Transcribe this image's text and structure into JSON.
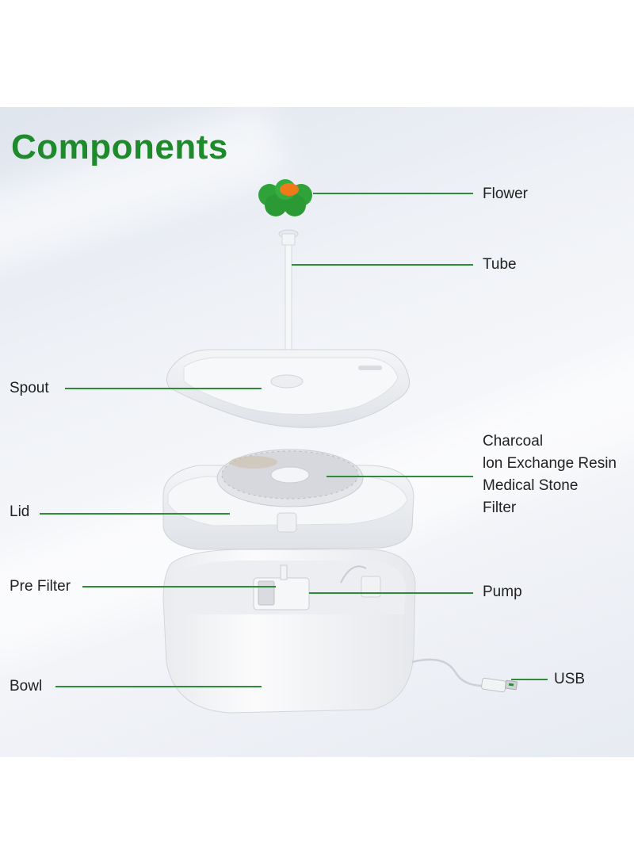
{
  "title": "Components",
  "labels": {
    "flower": "Flower",
    "tube": "Tube",
    "spout": "Spout",
    "filter": [
      "Charcoal",
      "lon Exchange Resin",
      "Medical Stone",
      "Filter"
    ],
    "lid": "Lid",
    "pre_filter": "Pre Filter",
    "pump": "Pump",
    "bowl": "Bowl",
    "usb": "USB"
  },
  "colors": {
    "title_green": "#1f8a2c",
    "line_green": "#2e8b3a",
    "flower_green": "#2fa33a",
    "flower_center": "#f07a1a"
  }
}
